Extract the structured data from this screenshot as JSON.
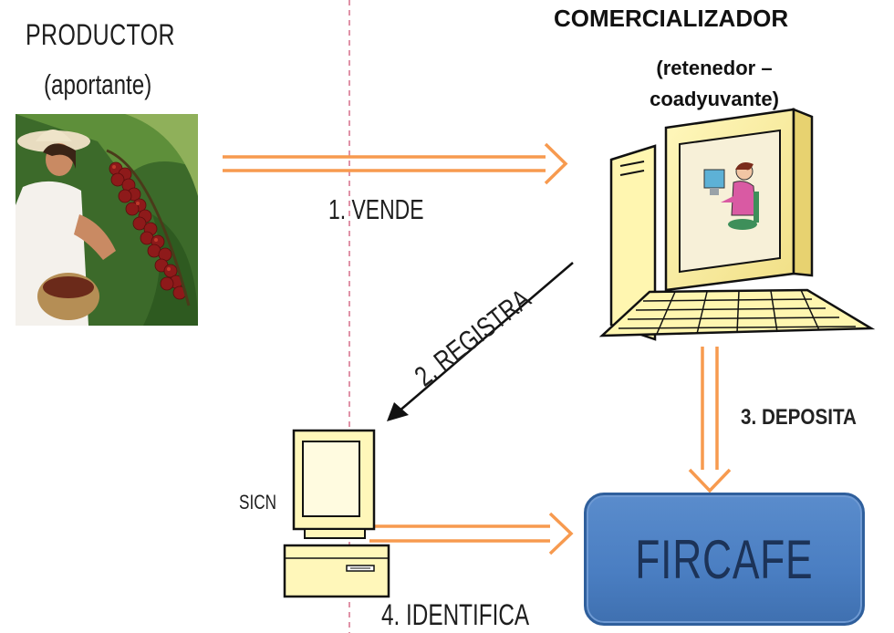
{
  "diagram": {
    "productor_title": "PRODUCTOR",
    "productor_subtitle": "(aportante)",
    "comercializador_title": "COMERCIALIZADOR",
    "comercializador_subtitle": "(retenedor – coadyuvante)",
    "step1": "1. VENDE",
    "step2": "2. REGISTRA",
    "step3": "3. DEPOSITA",
    "step4": "4. IDENTIFICA",
    "sicn_label": "SICN",
    "fircafe_label": "FIRCAFE",
    "icons": {
      "photo": "coffee-farmer-photo",
      "computer_large": "desktop-computer-icon",
      "computer_small": "sicn-computer-icon"
    },
    "colors": {
      "arrow_orange": "#f79a4f",
      "fircafe_blue": "#4a7ec2",
      "divider_pink": "#d56f8a"
    }
  }
}
